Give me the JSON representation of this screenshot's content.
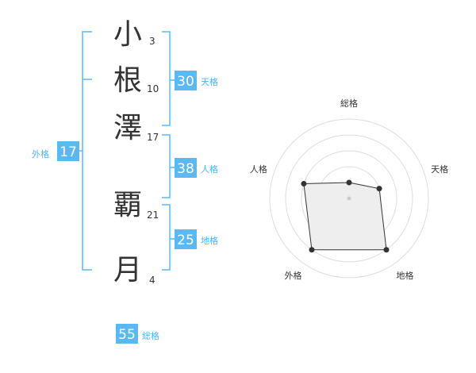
{
  "name": {
    "characters": [
      {
        "char": "小",
        "strokes": "3"
      },
      {
        "char": "根",
        "strokes": "10"
      },
      {
        "char": "澤",
        "strokes": "17"
      },
      {
        "char": "覇",
        "strokes": "21"
      },
      {
        "char": "月",
        "strokes": "4"
      }
    ]
  },
  "fortunes": {
    "tenkaku": {
      "value": "30",
      "label": "天格"
    },
    "jinkaku": {
      "value": "38",
      "label": "人格"
    },
    "chikaku": {
      "value": "25",
      "label": "地格"
    },
    "gaikaku": {
      "value": "17",
      "label": "外格"
    },
    "soukaku": {
      "value": "55",
      "label": "総格"
    }
  },
  "colors": {
    "accent": "#5cb8f0",
    "accent_text": "#4fb3ef",
    "text": "#333333",
    "radar_fill": "#eeeeee",
    "ring": "#dddddd"
  },
  "chart_data": {
    "type": "radar",
    "axes": [
      "総格",
      "天格",
      "地格",
      "外格",
      "人格"
    ],
    "values": [
      1,
      2,
      4,
      4,
      3
    ],
    "max": 5
  }
}
